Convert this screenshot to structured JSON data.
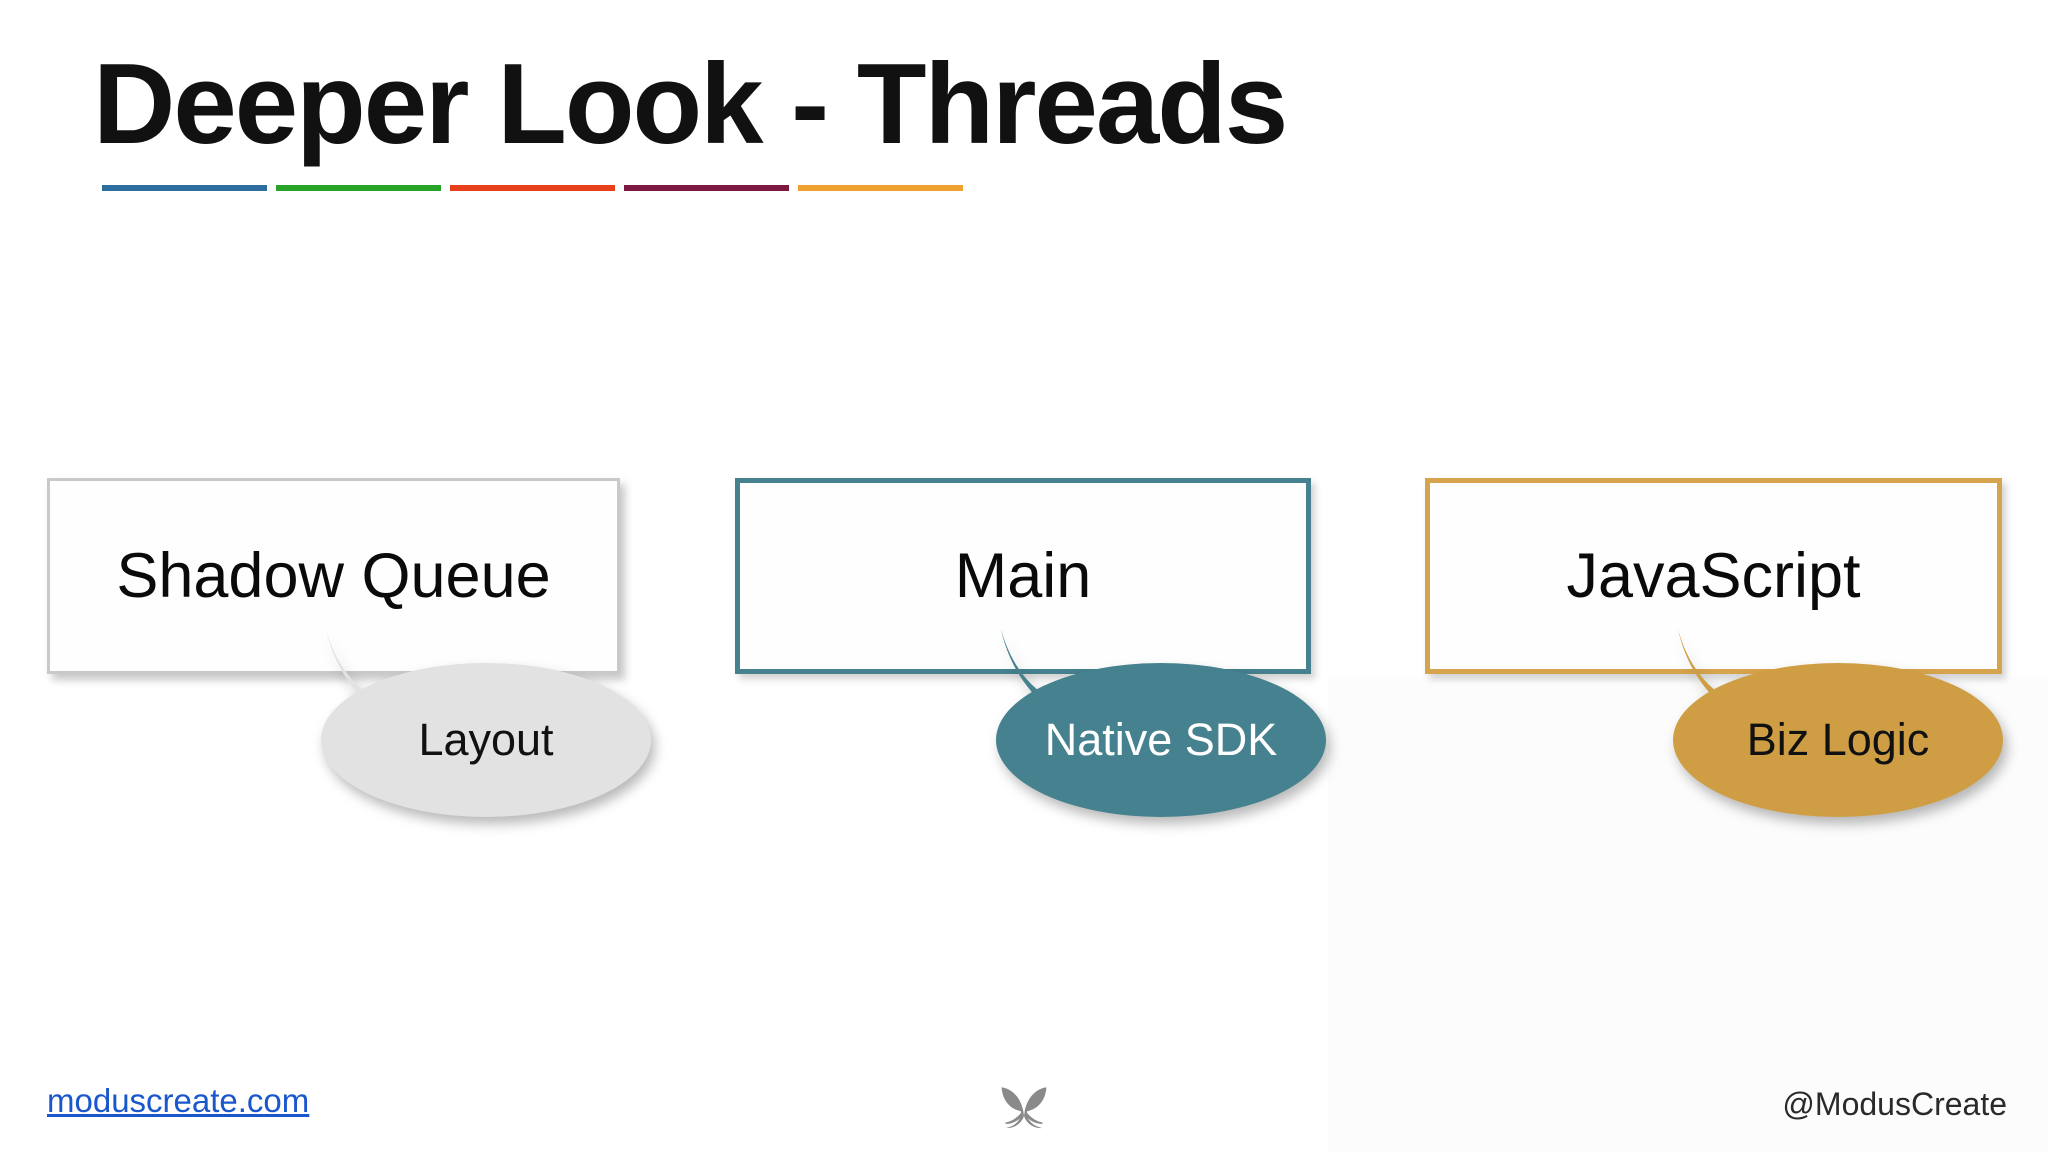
{
  "slide": {
    "title": "Deeper Look - Threads",
    "underline_colors": [
      "#2d6e9e",
      "#27a327",
      "#e8401c",
      "#7d1940",
      "#efa02f"
    ],
    "columns": [
      {
        "box_label": "Shadow Queue",
        "box_border": "#c9c9c9",
        "bubble_label": "Layout",
        "bubble_fill": "#e2e2e2",
        "bubble_text": "#111111"
      },
      {
        "box_label": "Main",
        "box_border": "#45818e",
        "bubble_label": "Native SDK",
        "bubble_fill": "#45818e",
        "bubble_text": "#ffffff"
      },
      {
        "box_label": "JavaScript",
        "box_border": "#d6a44c",
        "bubble_label": "Biz Logic",
        "bubble_fill": "#cf9e44",
        "bubble_text": "#111111"
      }
    ]
  },
  "footer": {
    "link": "moduscreate.com",
    "handle": "@ModusCreate",
    "logo": "modus-create-butterfly"
  },
  "colors": {
    "background": "#ffffff",
    "tint_panel": "#fcfcfc",
    "title_text": "#111111",
    "box_text": "#0a0a0a",
    "link_blue": "#1a56cc",
    "handle_text": "#2a2a2a",
    "logo_gray": "#8a8a8a"
  }
}
